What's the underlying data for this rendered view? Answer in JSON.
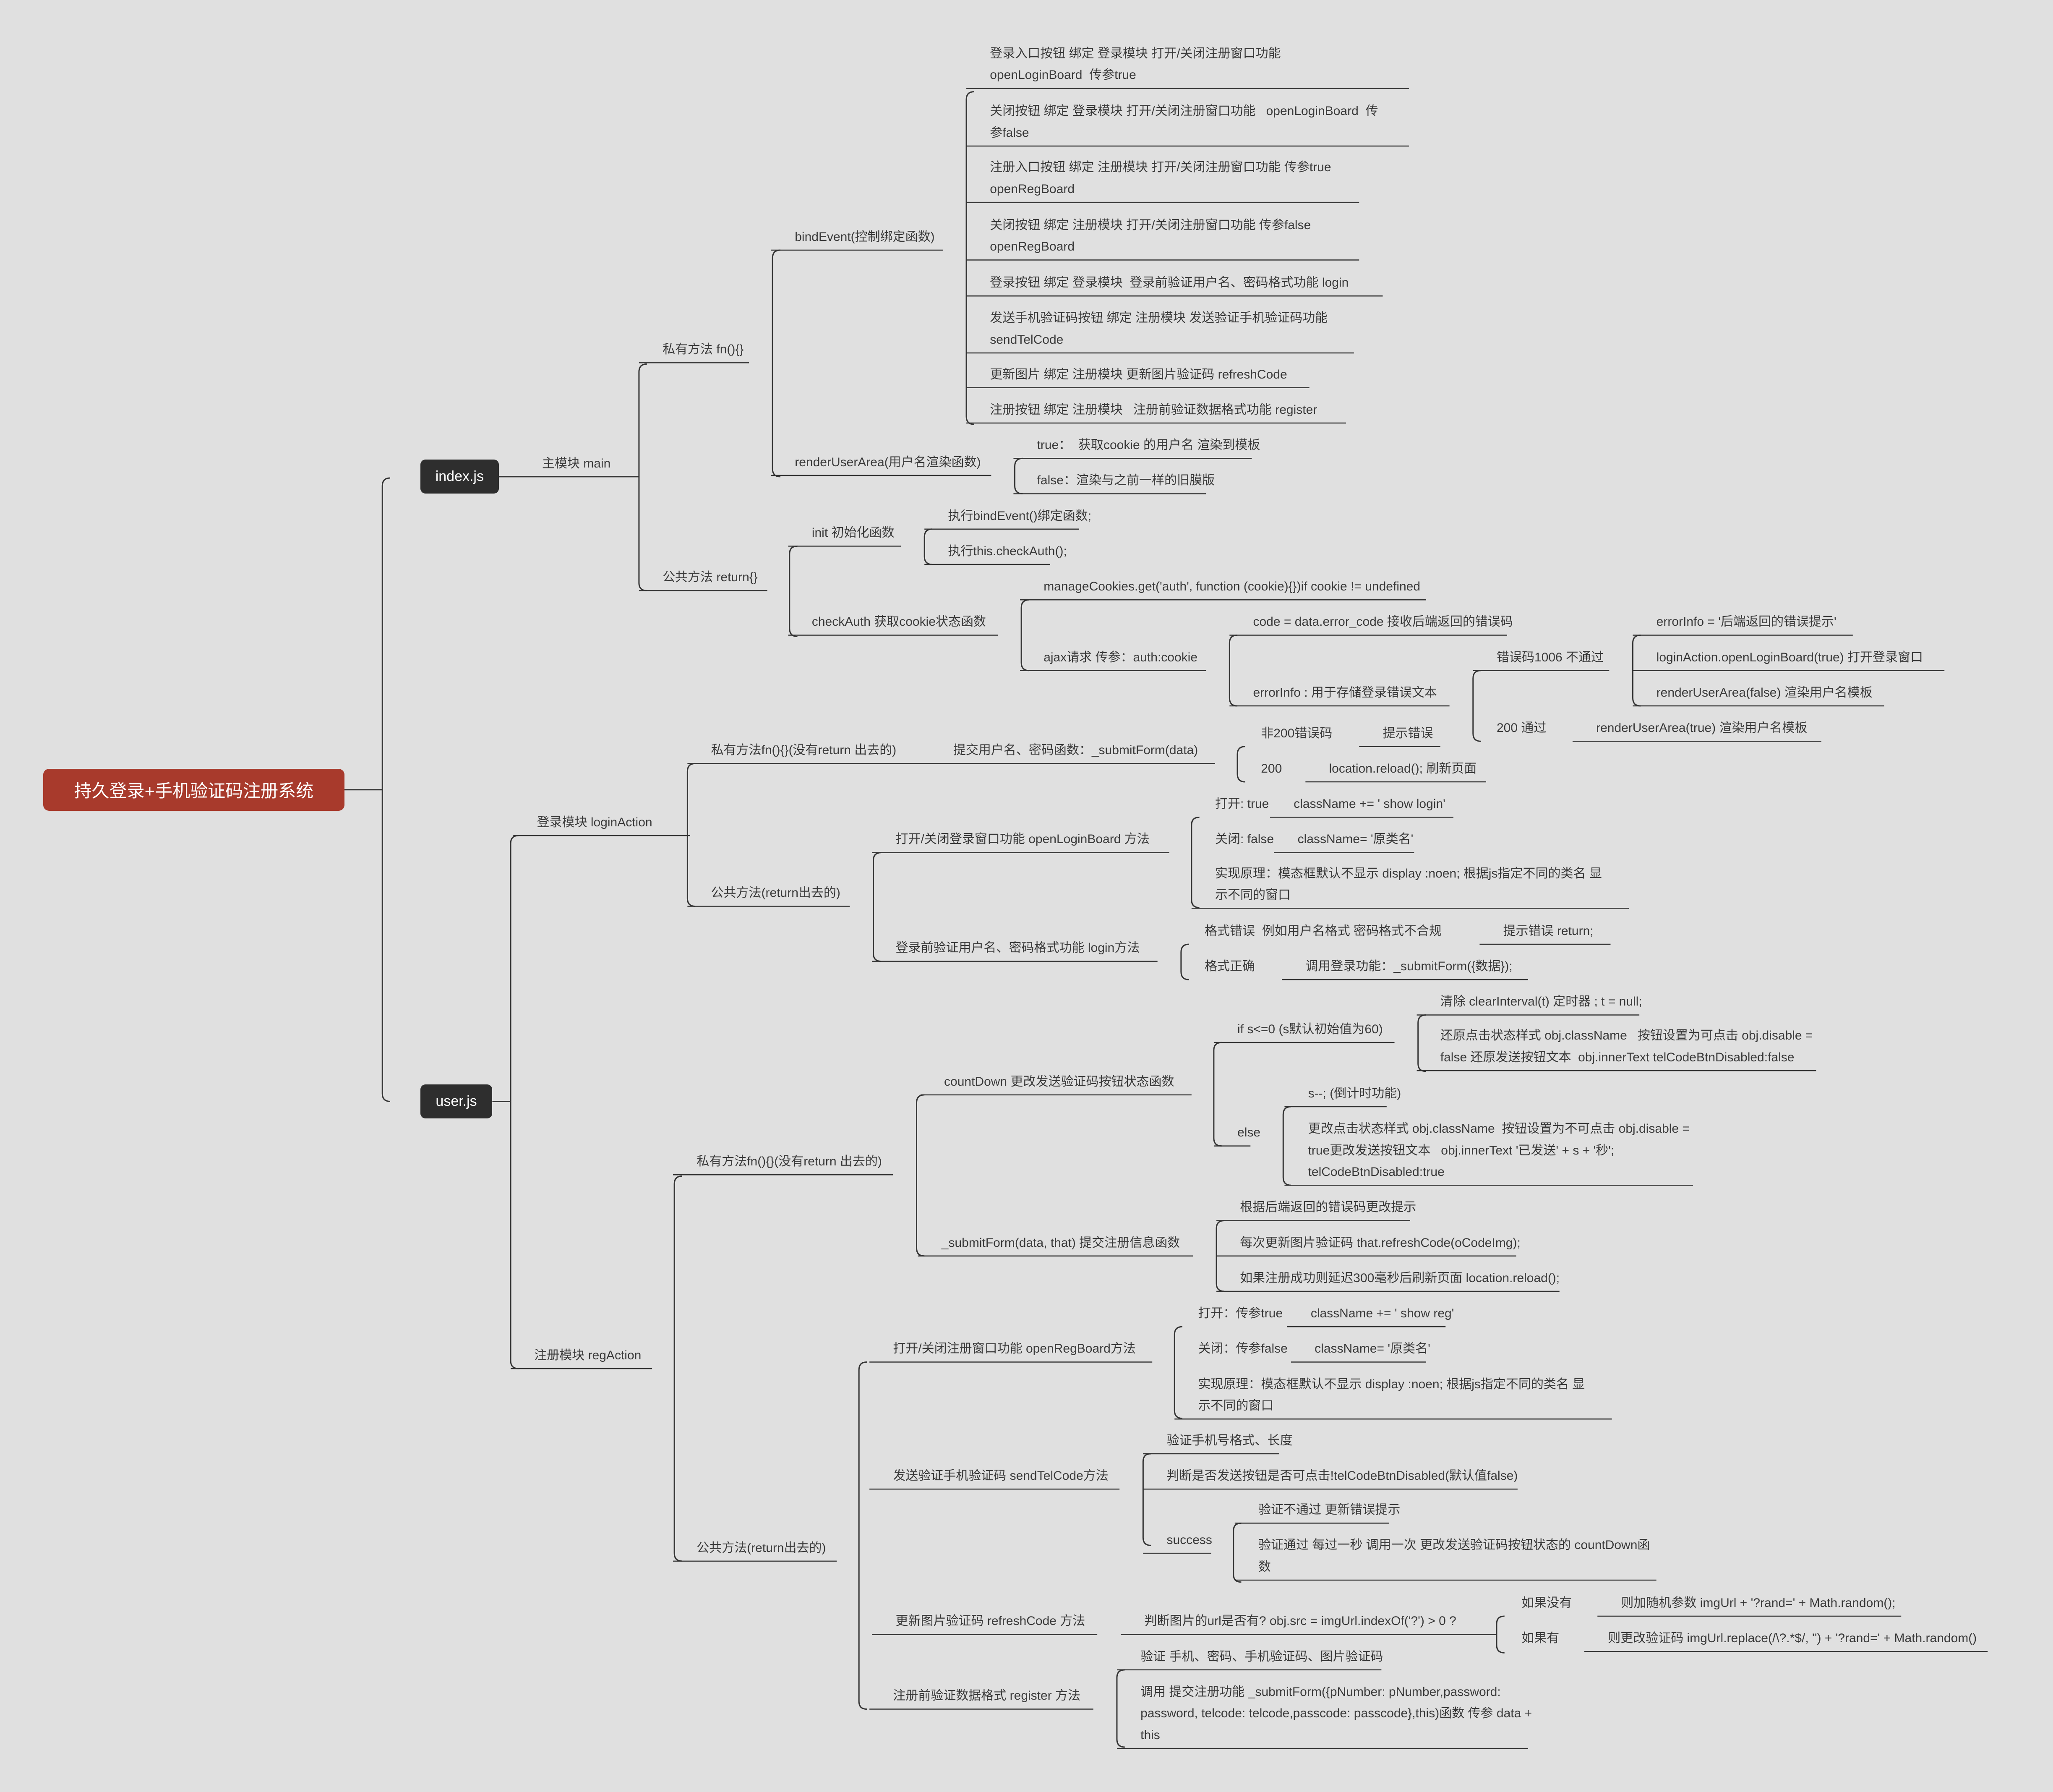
{
  "root": "持久登录+手机验证码注册系统",
  "index_js": {
    "label": "index.js",
    "main": "主模块 main",
    "private": "私有方法 fn(){}",
    "bindEvent": "bindEvent(控制绑定函数)",
    "bind_items": [
      [
        "登录入口按钮 绑定 登录模块 打开/关闭注册窗口功能",
        "openLoginBoard  传参true"
      ],
      [
        "关闭按钮 绑定 登录模块 打开/关闭注册窗口功能   openLoginBoard  传",
        "参false"
      ],
      [
        "注册入口按钮 绑定 注册模块 打开/关闭注册窗口功能 传参true",
        "openRegBoard"
      ],
      [
        "关闭按钮 绑定 注册模块 打开/关闭注册窗口功能 传参false",
        "openRegBoard"
      ],
      [
        "登录按钮 绑定 登录模块  登录前验证用户名、密码格式功能 login"
      ],
      [
        "发送手机验证码按钮 绑定 注册模块 发送验证手机验证码功能",
        "sendTelCode"
      ],
      [
        "更新图片 绑定 注册模块 更新图片验证码 refreshCode"
      ],
      [
        "注册按钮 绑定 注册模块   注册前验证数据格式功能 register"
      ]
    ],
    "renderUserArea": "renderUserArea(用户名渲染函数)",
    "render_true": "true：  获取cookie 的用户名 渲染到模板",
    "render_false": "false：渲染与之前一样的旧膜版",
    "public": "公共方法 return{}",
    "init": "init 初始化函数",
    "init_1": "执行bindEvent()绑定函数;",
    "init_2": "执行this.checkAuth();",
    "checkAuth": "checkAuth 获取cookie状态函数",
    "manage": "manageCookies.get('auth', function (cookie){})if cookie != undefined",
    "ajax": "ajax请求 传参：auth:cookie",
    "code": "code = data.error_code 接收后端返回的错误码",
    "errorInfo": "errorInfo : 用于存储登录错误文本",
    "err1006": "错误码1006 不通过",
    "e1": "errorInfo = '后端返回的错误提示'",
    "e2": "loginAction.openLoginBoard(true) 打开登录窗口",
    "e3": "renderUserArea(false) 渲染用户名模板",
    "ok200": "200 通过",
    "ok200_r": "renderUserArea(true) 渲染用户名模板"
  },
  "user_js": {
    "label": "user.js",
    "login": "登录模块 loginAction",
    "l_private": "私有方法fn(){}(没有return 出去的)",
    "submitForm": "提交用户名、密码函数：_submitForm(data)",
    "non200": "非200错误码",
    "non200_r": "提示错误",
    "s200": "200",
    "s200_r": "location.reload(); 刷新页面",
    "l_public": "公共方法(return出去的)",
    "openLogin": "打开/关闭登录窗口功能 openLoginBoard 方法",
    "open_true": "打开: true",
    "open_true_r": "className += ' show login'",
    "close_false": "关闭: false",
    "close_false_r": "className= '原类名'",
    "principle": [
      "实现原理：模态框默认不显示 display :noen; 根据js指定不同的类名 显",
      "示不同的窗口"
    ],
    "loginMethod": "登录前验证用户名、密码格式功能 login方法",
    "fmt_err": "格式错误  例如用户名格式 密码格式不合规",
    "fmt_err_r": "提示错误 return;",
    "fmt_ok": "格式正确",
    "fmt_ok_r": "调用登录功能：_submitForm({数据});",
    "reg": "注册模块 regAction",
    "r_private": "私有方法fn(){}(没有return 出去的)",
    "countDown": "countDown 更改发送验证码按钮状态函数",
    "if_s": "if s<=0 (s默认初始值为60)",
    "clear": "清除 clearInterval(t) 定时器 ; t = null;",
    "restore": [
      "还原点击状态样式 obj.className   按钮设置为可点击 obj.disable =",
      "false 还原发送按钮文本  obj.innerText telCodeBtnDisabled:false"
    ],
    "else": "else",
    "sdec": "s--; (倒计时功能)",
    "change": [
      "更改点击状态样式 obj.className  按钮设置为不可点击 obj.disable =",
      "true更改发送按钮文本   obj.innerText '已发送' + s + '秒';",
      "telCodeBtnDisabled:true"
    ],
    "submitReg": "_submitForm(data, that) 提交注册信息函数",
    "sr1": "根据后端返回的错误码更改提示",
    "sr2": "每次更新图片验证码 that.refreshCode(oCodeImg);",
    "sr3": "如果注册成功则延迟300毫秒后刷新页面 location.reload();",
    "r_public": "公共方法(return出去的)",
    "openReg": "打开/关闭注册窗口功能 openRegBoard方法",
    "or1": "打开：传参true",
    "or1_r": "className += ' show reg'",
    "or2": "关闭：传参false",
    "or2_r": "className= '原类名'",
    "or3": [
      "实现原理：模态框默认不显示 display :noen; 根据js指定不同的类名 显",
      "示不同的窗口"
    ],
    "sendTel": "发送验证手机验证码 sendTelCode方法",
    "st1": "验证手机号格式、长度",
    "st2": "判断是否发送按钮是否可点击!telCodeBtnDisabled(默认值false)",
    "success": "success",
    "sc1": "验证不通过 更新错误提示",
    "sc2": [
      "验证通过 每过一秒 调用一次 更改发送验证码按钮状态的 countDown函",
      "数"
    ],
    "refresh": "更新图片验证码 refreshCode 方法",
    "rf_judge": "判断图片的url是否有? obj.src = imgUrl.indexOf('?') > 0 ?",
    "rf_no": "如果没有",
    "rf_no_r": "则加随机参数 imgUrl + '?rand=' + Math.random();",
    "rf_yes": "如果有",
    "rf_yes_r": "则更改验证码 imgUrl.replace(/\\?.*$/, '') + '?rand=' + Math.random()",
    "register": "注册前验证数据格式 register 方法",
    "rg1": "验证 手机、密码、手机验证码、图片验证码",
    "rg2": [
      "调用 提交注册功能 _submitForm({pNumber: pNumber,password:",
      "password, telcode: telcode,passcode: passcode},this)函数 传参 data +",
      "this"
    ]
  }
}
